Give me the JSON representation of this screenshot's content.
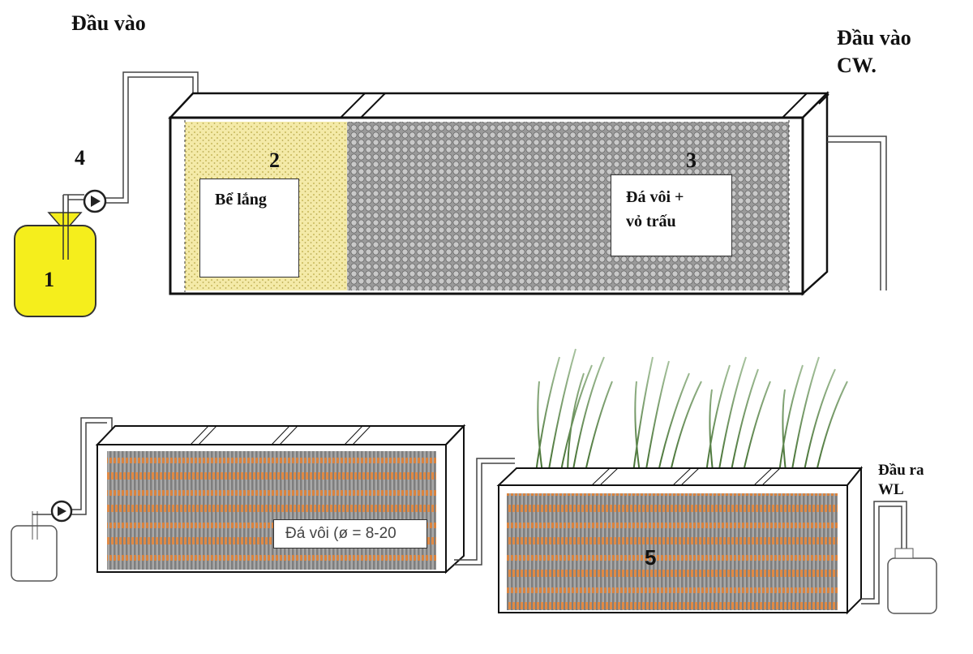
{
  "labels": {
    "inlet": "Đầu vào",
    "inlet_cw_line1": "Đầu vào",
    "inlet_cw_line2": "CW.",
    "pump_number": "4",
    "tank_number": "1",
    "settling_number": "2",
    "settling_label": "Bể lắng",
    "filter_number": "3",
    "filter_label_line1": "Đá vôi +",
    "filter_label_line2": "vỏ trấu",
    "limestone_label": "Đá vôi (ø = 8-20",
    "wetland_number": "5",
    "outlet_line1": "Đầu ra",
    "outlet_line2": "WL"
  },
  "colors": {
    "feed_tank": "#f5ee1c",
    "settling_media": "#f3e9a8",
    "filter_media": "#8c8c8c",
    "limestone": "#d98a4a",
    "plants": "#4f7a3a"
  }
}
